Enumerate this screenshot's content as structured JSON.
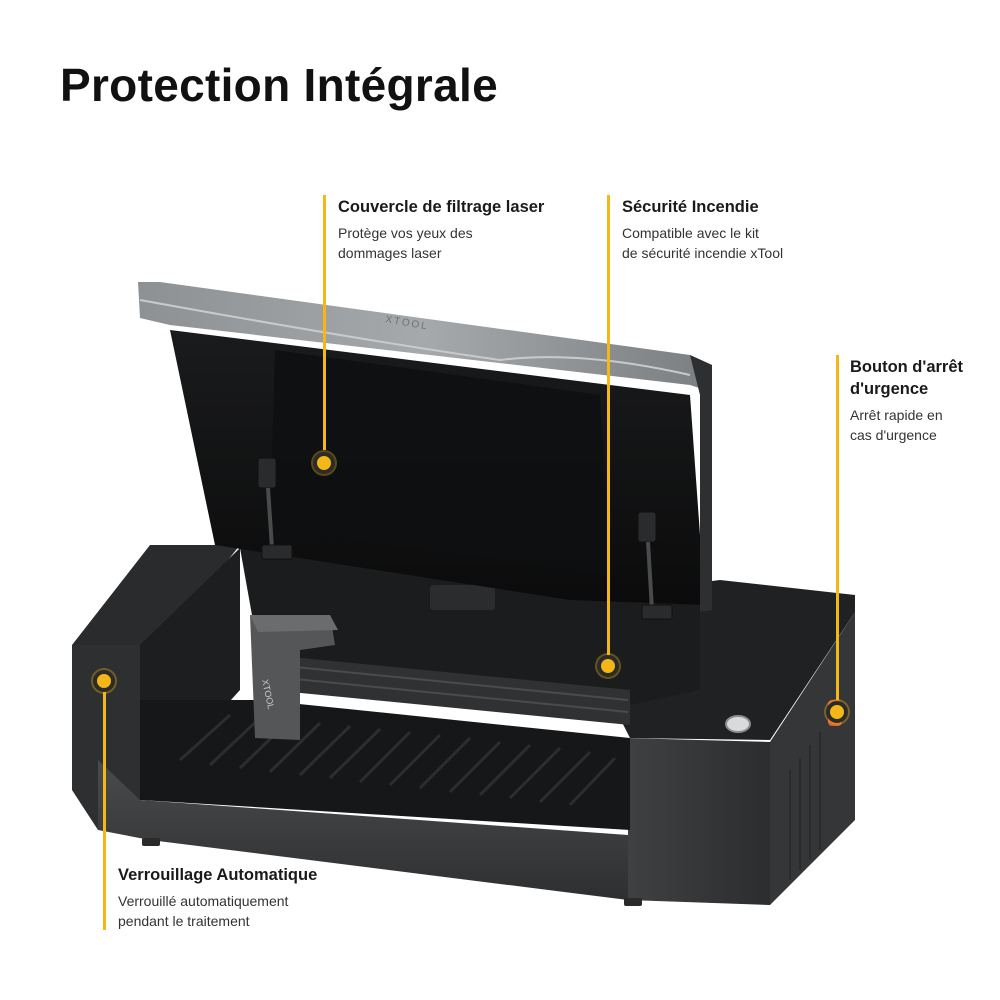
{
  "title": "Protection Intégrale",
  "callouts": {
    "lid": {
      "heading": "Couvercle de filtrage laser",
      "description": "Protège vos yeux des\ndommages laser"
    },
    "fire": {
      "heading": "Sécurité Incendie",
      "description": "Compatible avec le kit\nde sécurité incendie xTool"
    },
    "emergency": {
      "heading": "Bouton d'arrêt\nd'urgence",
      "description": "Arrêt rapide en\ncas  d'urgence"
    },
    "lock": {
      "heading": "Verrouillage Automatique",
      "description": "Verrouillé automatiquement\npendant le traitement"
    }
  },
  "brand": {
    "lid_logo": "XTOOL",
    "head_logo": "XTOOL"
  },
  "colors": {
    "accent": "#f3b817",
    "machine_dark": "#3a3b3d",
    "machine_black": "#141414"
  },
  "icons": {
    "hotspot": "hotspot-dot-icon"
  }
}
